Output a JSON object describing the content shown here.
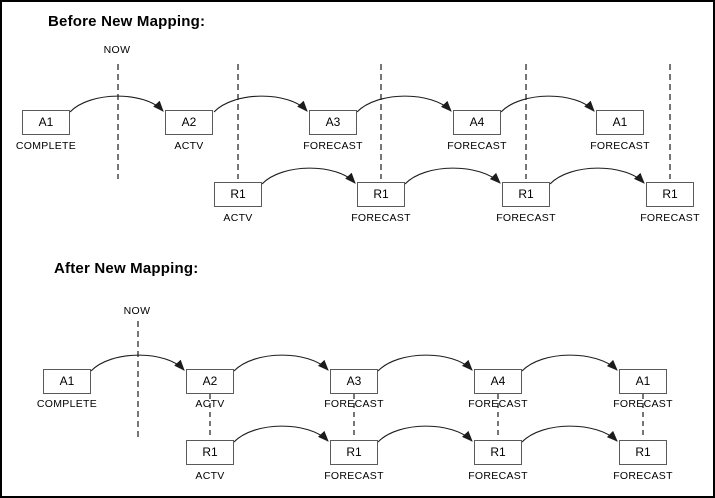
{
  "colors": {
    "background": "#ffffff",
    "text": "#000000",
    "line": "#1c1c1c",
    "box_border": "#5a5a5a",
    "frame_border": "#000000"
  },
  "before": {
    "title": "Before New Mapping:",
    "now_label": "NOW",
    "activities": [
      {
        "label": "A1",
        "status": "COMPLETE"
      },
      {
        "label": "A2",
        "status": "ACTV"
      },
      {
        "label": "A3",
        "status": "FORECAST"
      },
      {
        "label": "A4",
        "status": "FORECAST"
      },
      {
        "label": "A1",
        "status": "FORECAST"
      }
    ],
    "resources": [
      {
        "label": "R1",
        "status": "ACTV"
      },
      {
        "label": "R1",
        "status": "FORECAST"
      },
      {
        "label": "R1",
        "status": "FORECAST"
      },
      {
        "label": "R1",
        "status": "FORECAST"
      }
    ]
  },
  "after": {
    "title": "After New Mapping:",
    "now_label": "NOW",
    "activities": [
      {
        "label": "A1",
        "status": "COMPLETE"
      },
      {
        "label": "A2",
        "status": "ACTV"
      },
      {
        "label": "A3",
        "status": "FORECAST"
      },
      {
        "label": "A4",
        "status": "FORECAST"
      },
      {
        "label": "A1",
        "status": "FORECAST"
      }
    ],
    "resources": [
      {
        "label": "R1",
        "status": "ACTV"
      },
      {
        "label": "R1",
        "status": "FORECAST"
      },
      {
        "label": "R1",
        "status": "FORECAST"
      },
      {
        "label": "R1",
        "status": "FORECAST"
      }
    ]
  }
}
